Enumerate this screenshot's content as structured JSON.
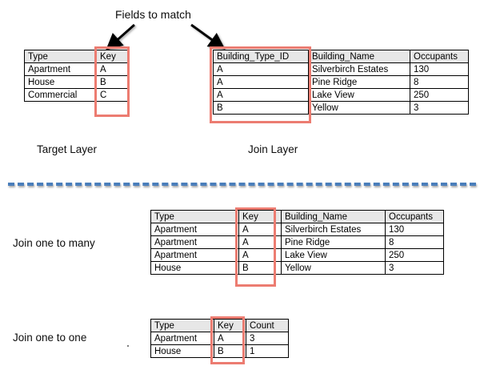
{
  "annotations": {
    "fields_to_match": "Fields to match",
    "target_layer_caption": "Target Layer",
    "join_layer_caption": "Join Layer",
    "join_one_to_many_caption": "Join one to many",
    "join_one_to_one_caption": "Join one to one"
  },
  "colors": {
    "highlight_red": "#ec7c71",
    "divider_blue": "#4a7ebb",
    "header_gray": "#e7e7e7",
    "border_black": "#000000"
  },
  "tables": {
    "target_layer": {
      "headers": [
        "Type",
        "Key"
      ],
      "rows": [
        [
          "Apartment",
          "A"
        ],
        [
          "House",
          "B"
        ],
        [
          "Commercial",
          "C"
        ]
      ],
      "highlighted_column": "Key"
    },
    "join_layer": {
      "headers": [
        "Building_Type_ID",
        "Building_Name",
        "Occupants"
      ],
      "rows": [
        [
          "A",
          "Silverbirch Estates",
          "130"
        ],
        [
          "A",
          "Pine Ridge",
          "8"
        ],
        [
          "A",
          "Lake View",
          "250"
        ],
        [
          "B",
          "Yellow",
          "3"
        ]
      ],
      "highlighted_column": "Building_Type_ID"
    },
    "join_one_to_many": {
      "headers": [
        "Type",
        "Key",
        "Building_Name",
        "Occupants"
      ],
      "rows": [
        [
          "Apartment",
          "A",
          "Silverbirch Estates",
          "130"
        ],
        [
          "Apartment",
          "A",
          "Pine Ridge",
          "8"
        ],
        [
          "Apartment",
          "A",
          "Lake View",
          "250"
        ],
        [
          "House",
          "B",
          "Yellow",
          "3"
        ]
      ],
      "highlighted_column": "Key"
    },
    "join_one_to_one": {
      "headers": [
        "Type",
        "Key",
        "Count"
      ],
      "rows": [
        [
          "Apartment",
          "A",
          "3"
        ],
        [
          "House",
          "B",
          "1"
        ]
      ],
      "highlighted_column": "Key"
    }
  }
}
